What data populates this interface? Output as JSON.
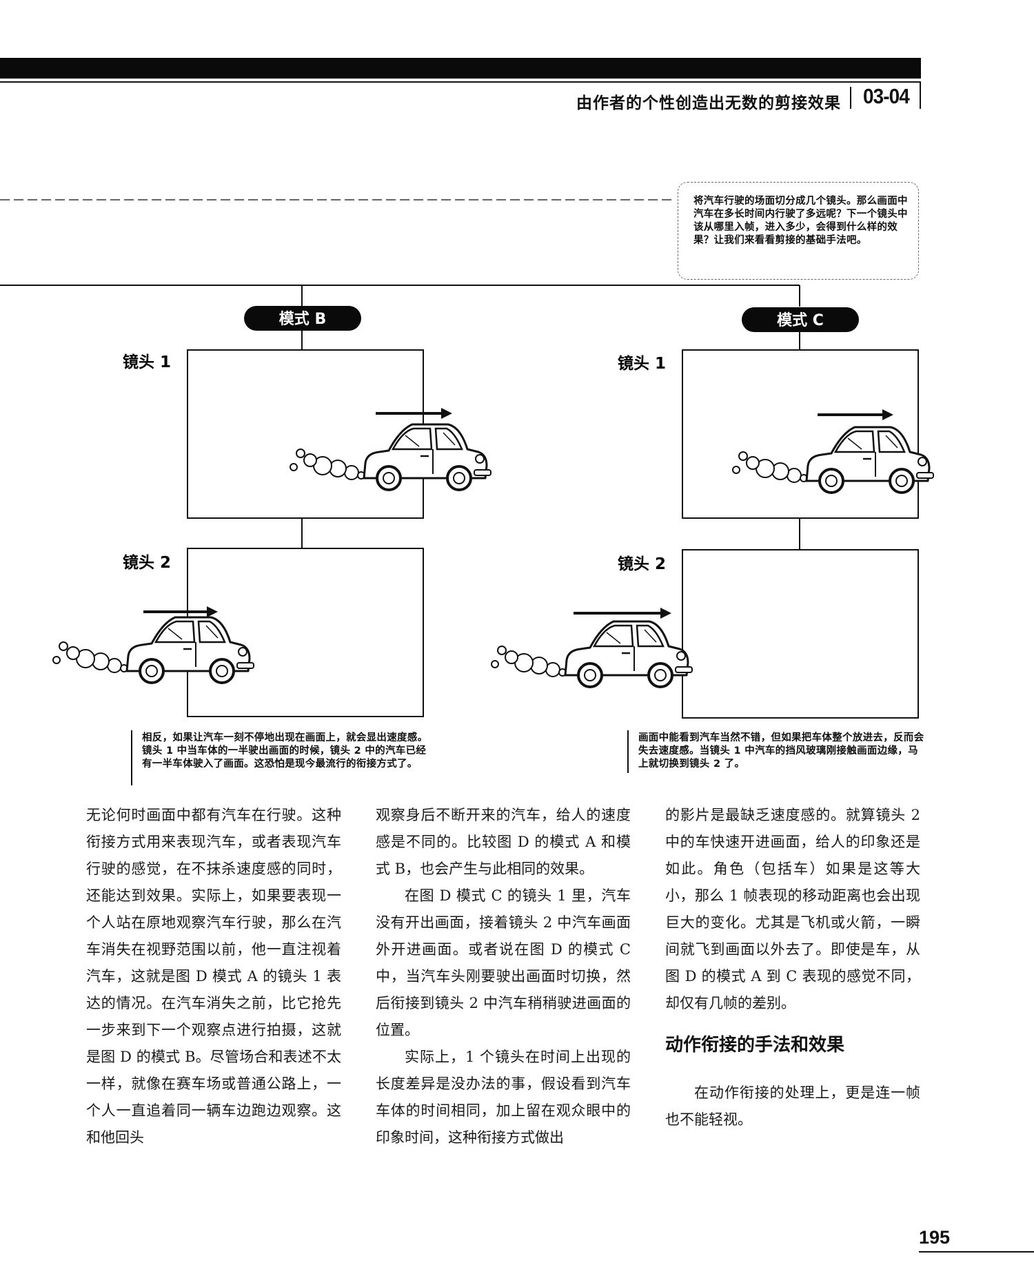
{
  "header": {
    "title": "由作者的个性创造出无数的剪接效果",
    "section_number": "03-04"
  },
  "note": "将汽车行驶的场面切分成几个镜头。那么画面中汽车在多长时间内行驶了多远呢？下一个镜头中该从哪里入帧，进入多少，会得到什么样的效果？让我们来看看剪接的基础手法吧。",
  "diagram": {
    "modes": [
      {
        "label": "模式 B",
        "shot1_label": "镜头 1",
        "shot2_label": "镜头 2"
      },
      {
        "label": "模式 C",
        "shot1_label": "镜头 1",
        "shot2_label": "镜头 2"
      }
    ],
    "caption_b": "相反，如果让汽车一刻不停地出现在画面上，就会显出速度感。镜头 1 中当车体的一半驶出画面的时候，镜头 2 中的汽车已经有一半车体驶入了画面。这恐怕是现今最流行的衔接方式了。",
    "caption_c": "画面中能看到汽车当然不错，但如果把车体整个放进去，反而会失去速度感。当镜头 1 中汽车的挡风玻璃刚接触画面边缘，马上就切换到镜头 2 了。"
  },
  "body": {
    "col1_p1": "无论何时画面中都有汽车在行驶。这种衔接方式用来表现汽车，或者表现汽车行驶的感觉，在不抹杀速度感的同时，还能达到效果。实际上，如果要表现一个人站在原地观察汽车行驶，那么在汽车消失在视野范围以前，他一直注视着汽车，这就是图 D 模式 A 的镜头 1 表达的情况。在汽车消失之前，比它抢先一步来到下一个观察点进行拍摄，这就是图 D 的模式 B。尽管场合和表述不太一样，就像在赛车场或普通公路上，一个人一直追着同一辆车边跑边观察。这和他回头",
    "col2_p1": "观察身后不断开来的汽车，给人的速度感是不同的。比较图 D 的模式 A 和模式 B，也会产生与此相同的效果。",
    "col2_p2": "在图 D 模式 C 的镜头 1 里，汽车没有开出画面，接着镜头 2 中汽车画面外开进画面。或者说在图 D 的模式 C 中，当汽车头刚要驶出画面时切换，然后衔接到镜头 2 中汽车稍稍驶进画面的位置。",
    "col2_p3": "实际上，1 个镜头在时间上出现的长度差异是没办法的事，假设看到汽车车体的时间相同，加上留在观众眼中的印象时间，这种衔接方式做出",
    "col3_p1": "的影片是最缺乏速度感的。就算镜头 2 中的车快速开进画面，给人的印象还是如此。角色（包括车）如果是这等大小，那么 1 帧表现的移动距离也会出现巨大的变化。尤其是飞机或火箭，一瞬间就飞到画面以外去了。即使是车，从图 D 的模式 A 到 C 表现的感觉不同，却仅有几帧的差别。",
    "section_heading": "动作衔接的手法和效果",
    "col3_p2": "在动作衔接的处理上，更是连一帧也不能轻视。"
  },
  "page_number": "195"
}
